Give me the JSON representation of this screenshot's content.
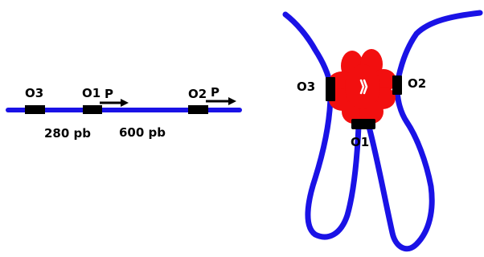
{
  "linear_map": {
    "operators": [
      {
        "label": "O3"
      },
      {
        "label": "O1"
      },
      {
        "label": "O2"
      }
    ],
    "promoters": [
      {
        "label": "P"
      },
      {
        "label": "P"
      }
    ],
    "distances": [
      {
        "label": "280 pb"
      },
      {
        "label": "600 pb"
      }
    ]
  },
  "loop_model": {
    "operators": [
      {
        "label": "O3"
      },
      {
        "label": "O2"
      },
      {
        "label": "O1"
      }
    ]
  },
  "colors": {
    "dna": "#1a12e6",
    "operator": "#000000",
    "repressor": "#f20f0f",
    "arrow": "#000000"
  }
}
